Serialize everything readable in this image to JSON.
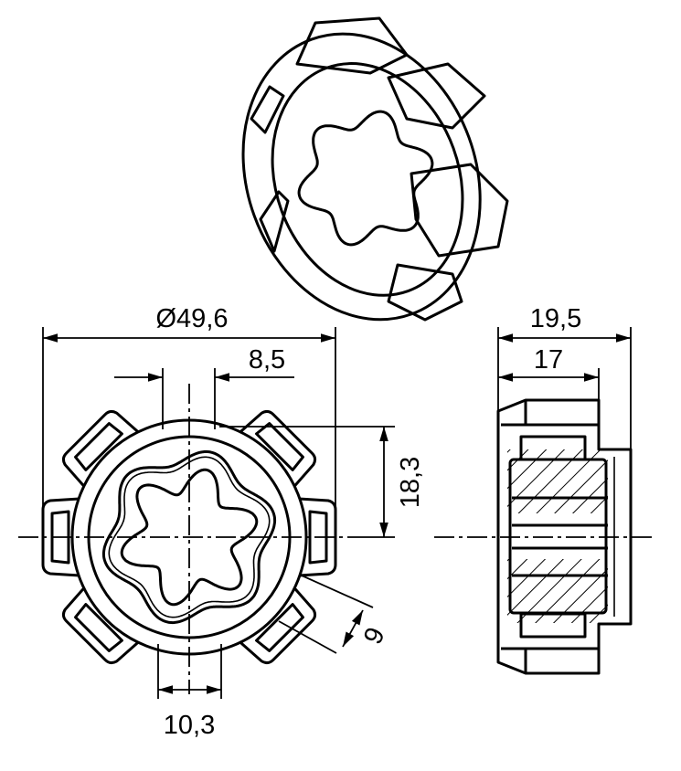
{
  "drawing": {
    "title": "Roller tube adapter",
    "dimensions": {
      "outer_diameter": "Ø49,6",
      "top_slot_width": "8,5",
      "slot_height": "18,3",
      "lug_width": "9",
      "bottom_slot_width": "10,3",
      "total_length": "19,5",
      "flange_length": "17"
    },
    "lug_count": 6,
    "star_lobes": 6,
    "line_color": "#000000",
    "background": "#ffffff"
  }
}
